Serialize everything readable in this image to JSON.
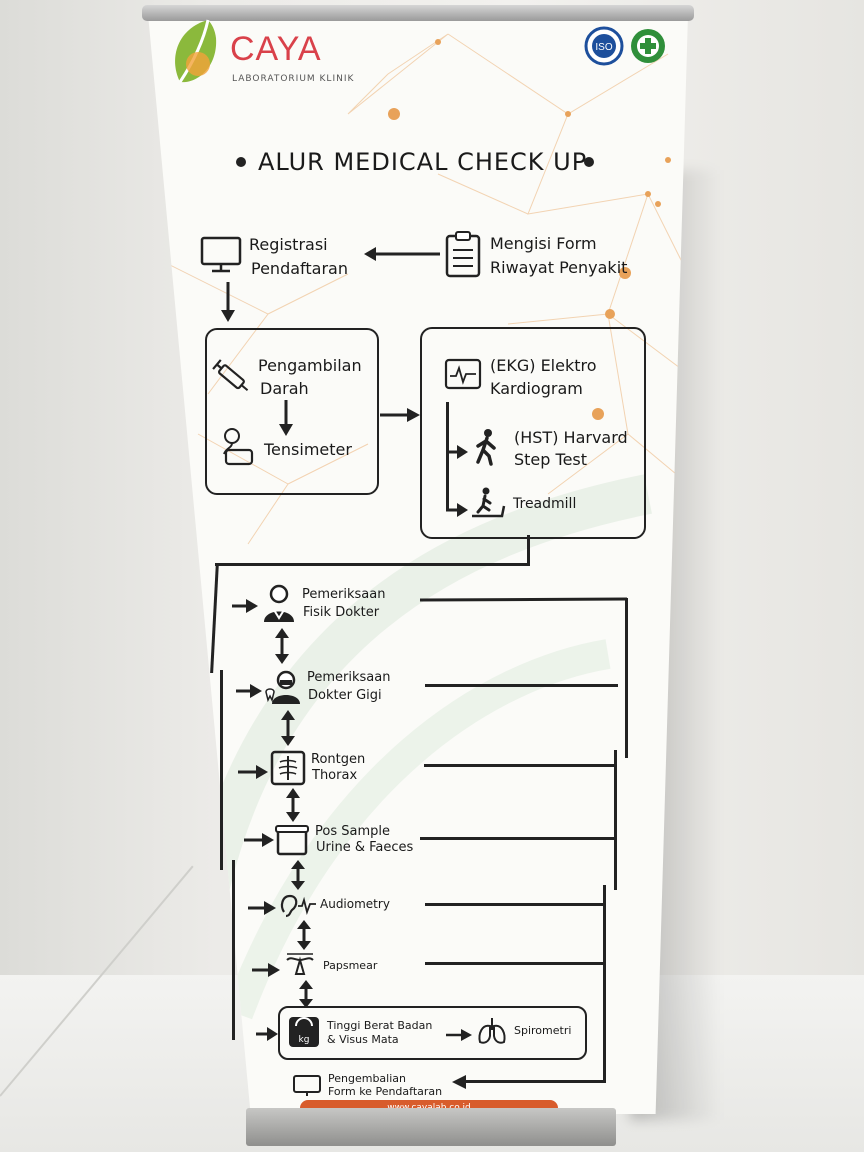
{
  "brand": {
    "name": "CAYA",
    "subtitle": "LABORATORIUM KLINIK",
    "badge_iso": "ISO"
  },
  "title": "ALUR MEDICAL CHECK UP",
  "steps": {
    "registrasi": [
      "Registrasi",
      "Pendaftaran"
    ],
    "mengisi_form": [
      "Mengisi Form",
      "Riwayat Penyakit"
    ],
    "pengambilan_darah": [
      "Pengambilan",
      "Darah"
    ],
    "tensimeter": "Tensimeter",
    "ekg": [
      "(EKG) Elektro",
      "Kardiogram"
    ],
    "hst": [
      "(HST) Harvard",
      "Step Test"
    ],
    "treadmill": "Treadmill",
    "fisik_dokter": [
      "Pemeriksaan",
      "Fisik Dokter"
    ],
    "dokter_gigi": [
      "Pemeriksaan",
      "Dokter Gigi"
    ],
    "rontgen": [
      "Rontgen",
      "Thorax"
    ],
    "pos_sample": [
      "Pos Sample",
      "Urine & Faeces"
    ],
    "audiometry": "Audiometry",
    "papsmear": "Papsmear",
    "tinggi_berat": [
      "Tinggi Berat Badan",
      "& Visus Mata"
    ],
    "spirometri": "Spirometri",
    "pengembalian": [
      "Pengembalian",
      "Form ke Pendaftaran"
    ]
  },
  "footer": {
    "website": "www.cayalab.co.id"
  },
  "colors": {
    "brand_red": "#d9414a",
    "leaf_green": "#8bb93c",
    "accent_orange": "#e8a25a",
    "footer_orange": "#d85c2c"
  }
}
